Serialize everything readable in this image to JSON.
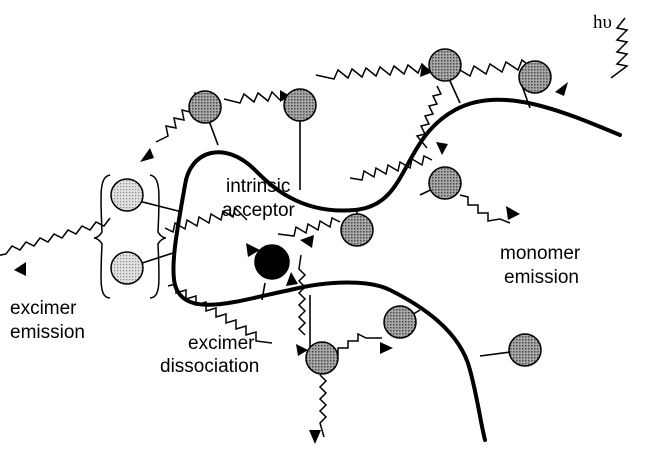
{
  "labels": {
    "photon": "hυ",
    "intrinsic_acceptor_1": "intrinsic",
    "intrinsic_acceptor_2": "acceptor",
    "monomer_emission_1": "monomer",
    "monomer_emission_2": "emission",
    "excimer_emission_1": "excimer",
    "excimer_emission_2": "emission",
    "excimer_dissociation_1": "excimer",
    "excimer_dissociation_2": "dissociation"
  },
  "colors": {
    "chain": "#000000",
    "chromophore_fill": "#8c8c8c",
    "excimer_fill": "#d0d0d0",
    "acceptor_fill": "#000000"
  }
}
